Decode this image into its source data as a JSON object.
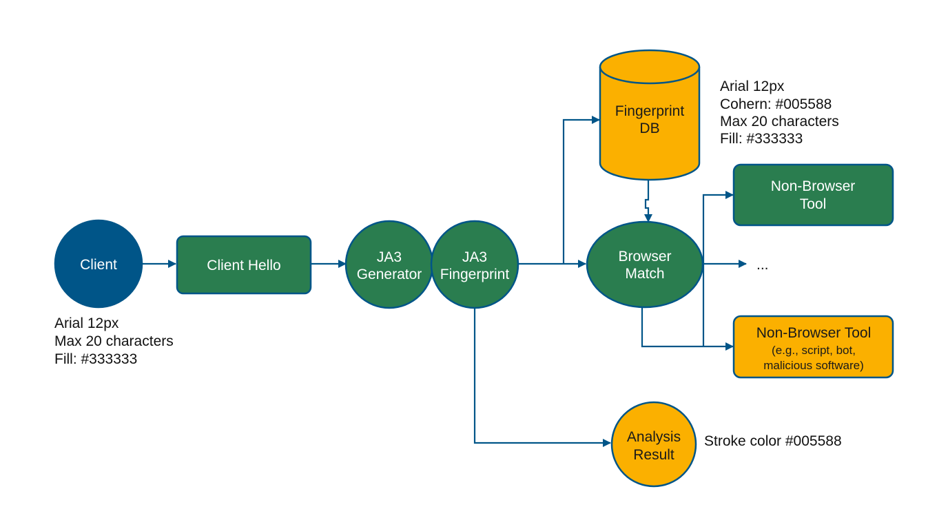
{
  "colors": {
    "stroke": "#005588",
    "client_fill": "#005588",
    "process_fill": "#2a7d4f",
    "highlight_fill": "#fbb000",
    "note_text": "#111111"
  },
  "nodes": {
    "client": {
      "label": "Client"
    },
    "client_hello": {
      "label": "Client Hello"
    },
    "ja3_generator": {
      "line1": "JA3",
      "line2": "Generator"
    },
    "ja3_fingerprint": {
      "line1": "JA3",
      "line2": "Fingerprint"
    },
    "fingerprint_db": {
      "line1": "Fingerprint",
      "line2": "DB"
    },
    "browser_match": {
      "line1": "Browser",
      "line2": "Match"
    },
    "non_browser_tool_top": {
      "line1": "Non-Browser",
      "line2": "Tool"
    },
    "ellipsis": {
      "label": "..."
    },
    "non_browser_tool_bottom": {
      "line1": "Non-Browser Tool",
      "line2": "(e.g., script, bot,",
      "line3": "malicious software)"
    },
    "analysis_result": {
      "line1": "Analysis",
      "line2": "Result"
    }
  },
  "notes": {
    "client_note": [
      "Arial 12px",
      "Max 20 characters",
      "Fill: #333333"
    ],
    "db_note": [
      "Arial 12px",
      "Cohern: #005588",
      "Max 20 characters",
      "Fill: #333333"
    ],
    "stroke_note": "Stroke color #005588"
  }
}
